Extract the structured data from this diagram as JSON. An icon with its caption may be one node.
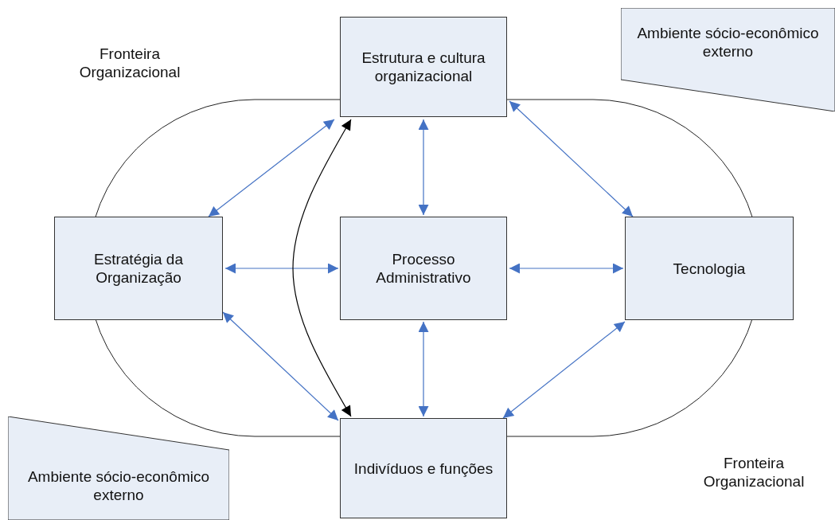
{
  "diagram": {
    "nodes": [
      {
        "text": [
          "Estrutura e cultura organizacional"
        ]
      },
      {
        "text": [
          "Estratégia da Organização"
        ]
      },
      {
        "text": [
          "Processo Administrativo"
        ]
      },
      {
        "text": [
          "Tecnologia"
        ]
      },
      {
        "text": [
          "Indivíduos e funções"
        ]
      },
      {
        "text": [
          "Ambiente sócio-econômico externo"
        ]
      },
      {
        "text": [
          "Ambiente sócio-econômico externo"
        ]
      }
    ],
    "edges": [
      {
        "from": 0,
        "to": 1,
        "arrow": "both"
      },
      {
        "from": 0,
        "to": 2,
        "arrow": "both"
      },
      {
        "from": 0,
        "to": 3,
        "arrow": "both"
      },
      {
        "from": 1,
        "to": 2,
        "arrow": "both"
      },
      {
        "from": 2,
        "to": 3,
        "arrow": "both"
      },
      {
        "from": 1,
        "to": 4,
        "arrow": "both"
      },
      {
        "from": 2,
        "to": 4,
        "arrow": "both"
      },
      {
        "from": 3,
        "to": 4,
        "arrow": "both"
      },
      {
        "from": 0,
        "to": 4,
        "arrow": "both",
        "color": "#000000"
      }
    ],
    "labels": [
      "Fronteira Organizacional",
      "Fronteira Organizacional"
    ]
  }
}
